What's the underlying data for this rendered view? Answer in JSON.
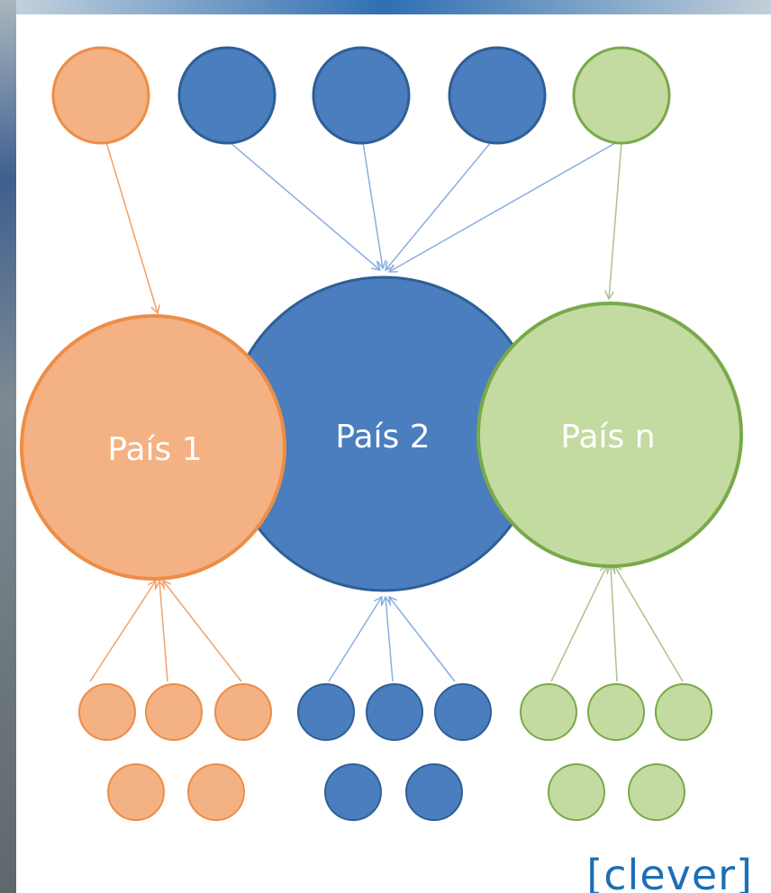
{
  "colors": {
    "orange_fill": "#f4b183",
    "orange_stroke": "#ed8d47",
    "blue_fill": "#4a7ebf",
    "blue_stroke": "#2e5f96",
    "green_fill": "#c3dba0",
    "green_stroke": "#79a94a",
    "logo": "#1b6fb5"
  },
  "countries": [
    {
      "label": "País 1"
    },
    {
      "label": "País 2"
    },
    {
      "label": "País n"
    }
  ],
  "logo_text": "[clever]"
}
